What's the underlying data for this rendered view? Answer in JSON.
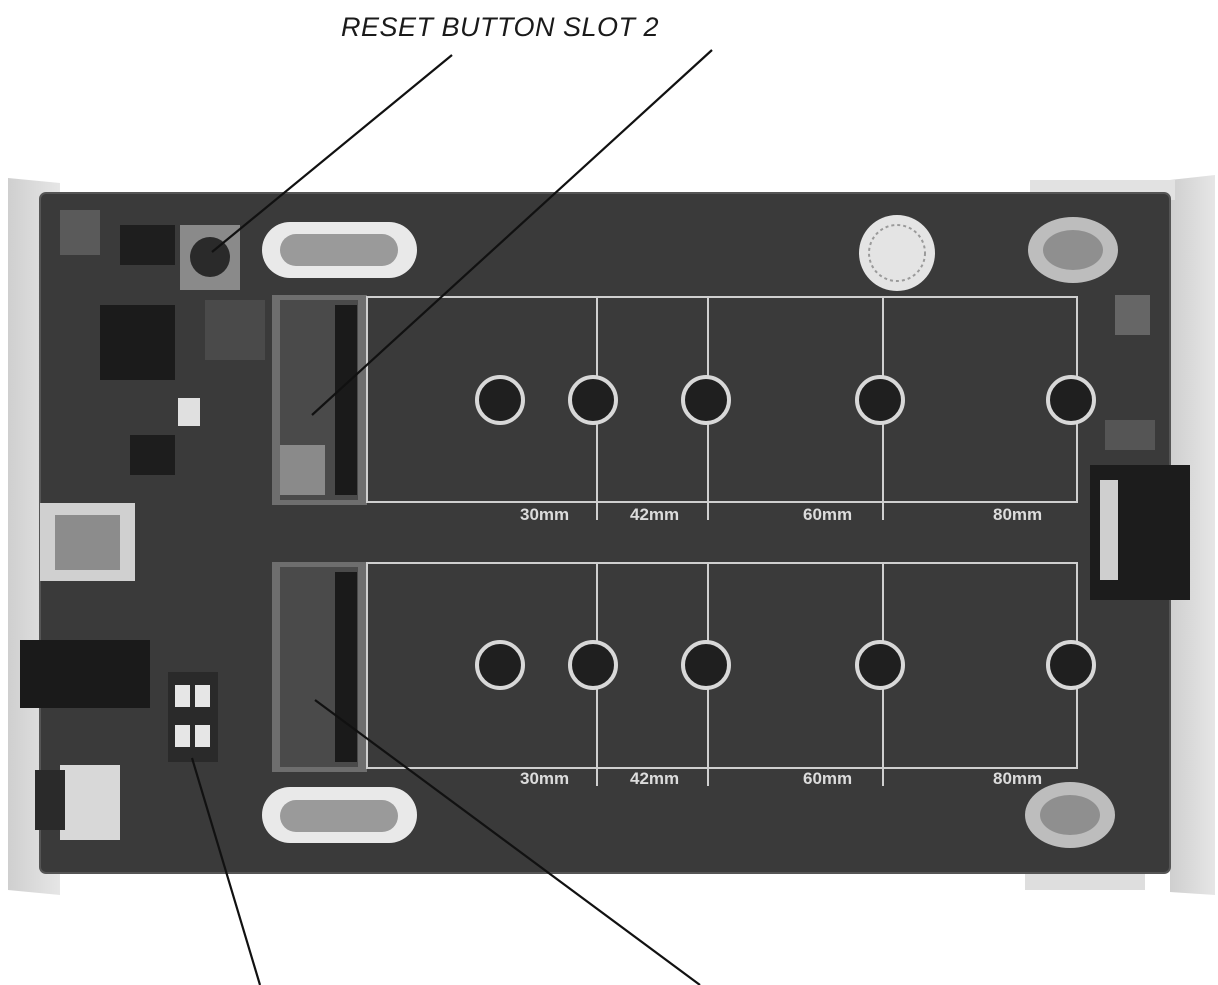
{
  "callouts": {
    "reset_button_slot2": "RESET BUTTON SLOT 2"
  },
  "slots": {
    "top": {
      "marks": [
        "30mm",
        "42mm",
        "60mm",
        "80mm"
      ]
    },
    "bottom": {
      "marks": [
        "30mm",
        "42mm",
        "60mm",
        "80mm"
      ]
    }
  },
  "colors": {
    "pcb": "#3c3c3c",
    "enclosure": "#d9d9d9",
    "silkscreen": "#d0d0d0",
    "leader_line": "#111111"
  }
}
